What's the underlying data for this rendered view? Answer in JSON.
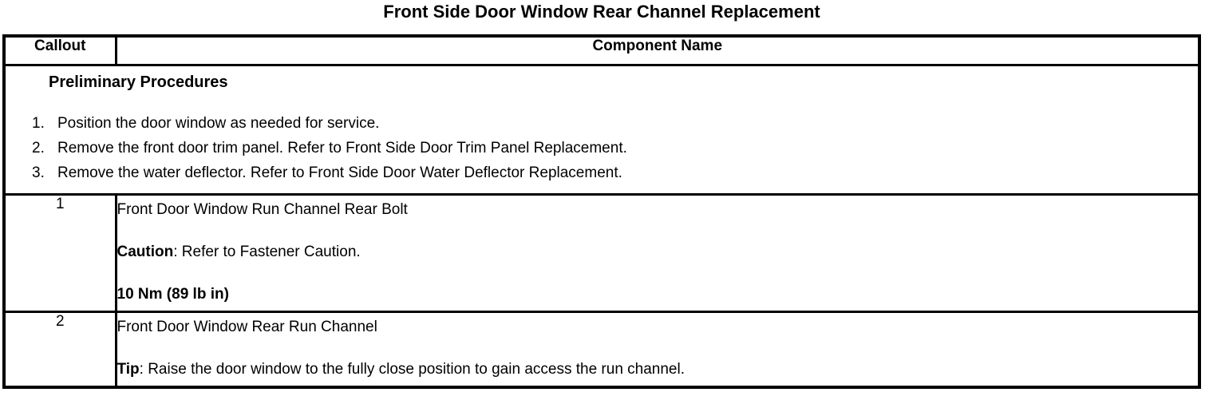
{
  "title": "Front Side Door Window Rear Channel Replacement",
  "table": {
    "headers": {
      "callout": "Callout",
      "component": "Component Name"
    },
    "preliminary": {
      "heading": "Preliminary Procedures",
      "steps": [
        {
          "num": "1.",
          "text": "Position the door window as needed for service."
        },
        {
          "num": "2.",
          "text": "Remove the front door trim panel. Refer to Front Side Door Trim Panel Replacement."
        },
        {
          "num": "3.",
          "text": "Remove the water deflector. Refer to Front Side Door Water Deflector Replacement."
        }
      ]
    },
    "rows": [
      {
        "callout": "1",
        "name": "Front Door Window Run Channel Rear Bolt",
        "note_label": "Caution",
        "note_text": ": Refer to Fastener Caution.",
        "torque": "10 Nm (89 lb in)"
      },
      {
        "callout": "2",
        "name": "Front Door Window Rear Run Channel",
        "note_label": "Tip",
        "note_text": ": Raise the door window to the fully close position to gain access the run channel."
      }
    ]
  },
  "colors": {
    "text": "#000000",
    "background": "#ffffff",
    "border": "#000000"
  }
}
